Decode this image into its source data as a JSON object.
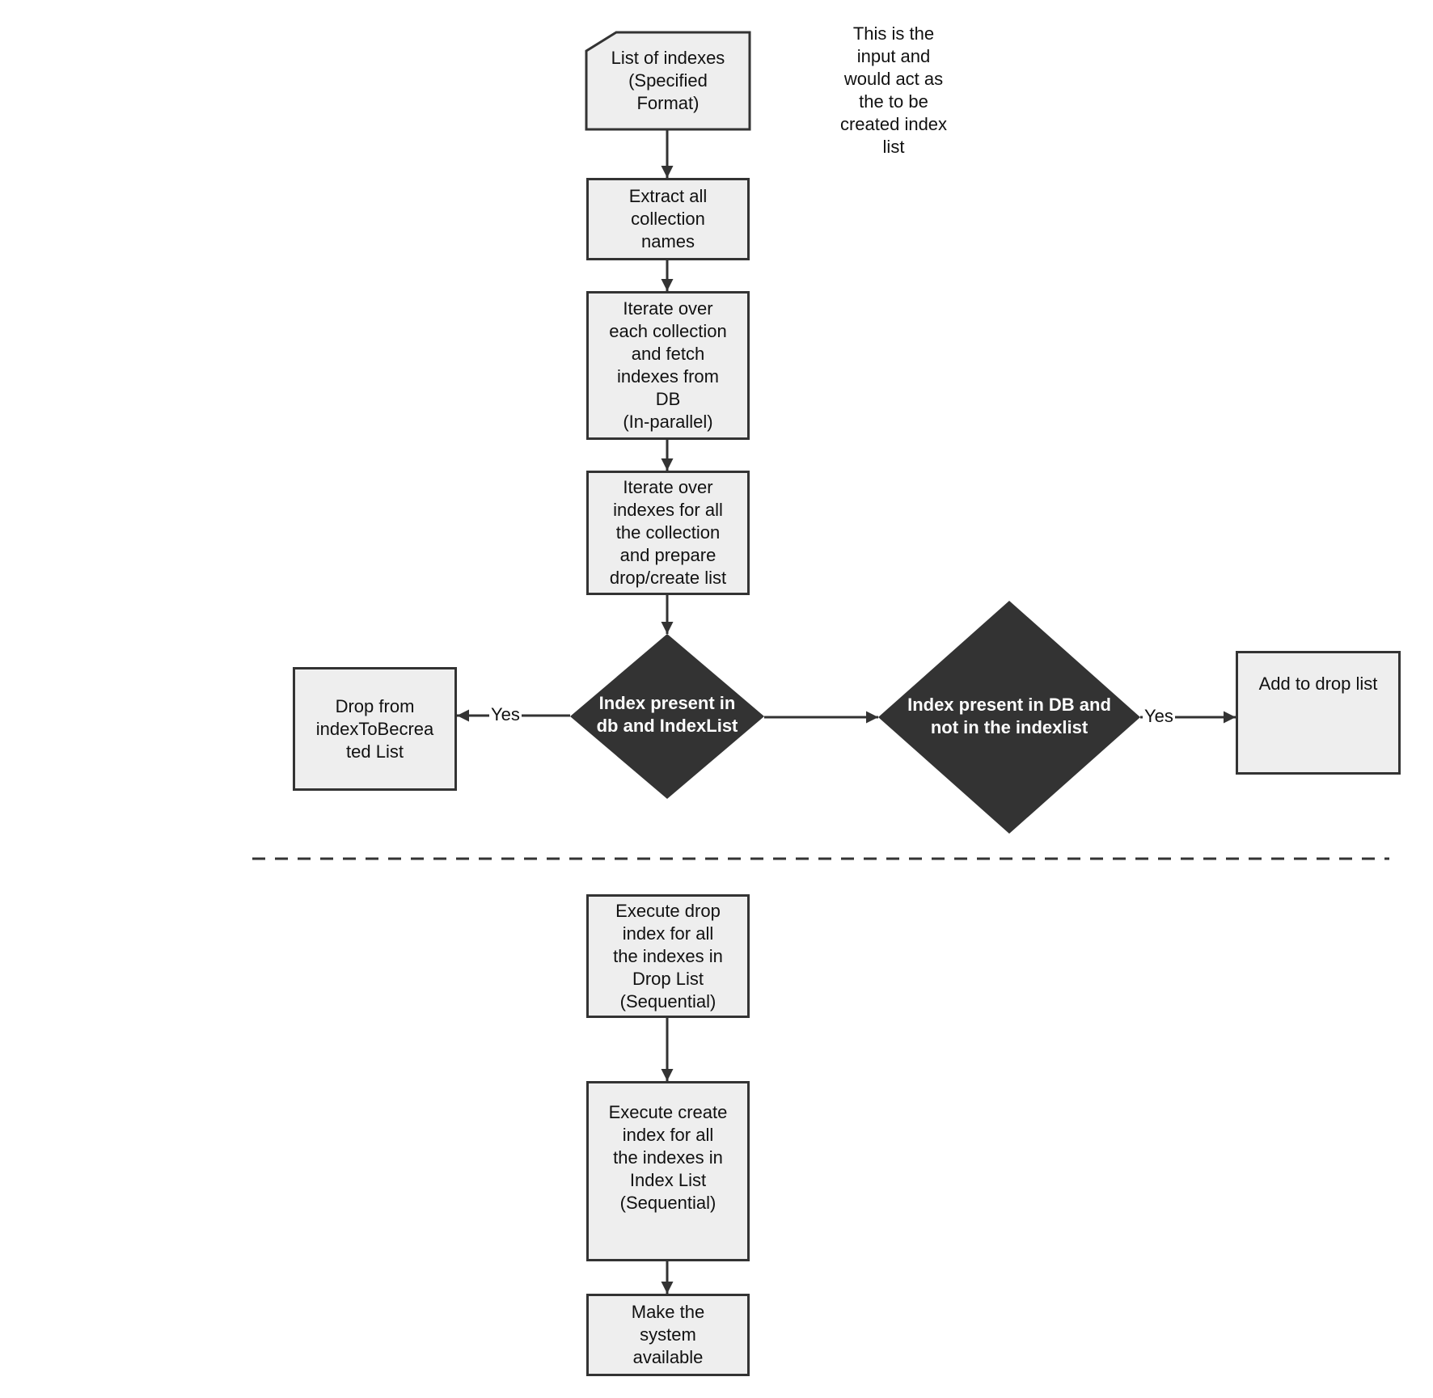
{
  "nodes": {
    "input": "List of indexes\n(Specified\nFormat)",
    "extract": "Extract all\ncollection\nnames",
    "iterate_fetch": "Iterate over\neach collection\nand fetch\nindexes from\nDB\n(In-parallel)",
    "iterate_prepare": "Iterate over\nindexes for all\nthe collection\nand prepare\ndrop/create list",
    "drop_from": "Drop from\nindexToBecrea\nted List",
    "add_drop": "Add to drop list",
    "exec_drop": "Execute drop\nindex for all\nthe indexes in\nDrop List\n(Sequential)",
    "exec_create": "Execute create\nindex for all\nthe indexes in\nIndex List\n(Sequential)",
    "available": "Make the\nsystem\navailable"
  },
  "decisions": {
    "d1": "Index present in\ndb and IndexList",
    "d2": "Index present in DB and\nnot in the indexlist"
  },
  "note": "This is the\ninput and\nwould act as\nthe to be\ncreated index\nlist",
  "edge_labels": {
    "yes_left": "Yes",
    "yes_right": "Yes"
  },
  "colors": {
    "node_fill": "#eeeeee",
    "stroke": "#333333",
    "decision_fill": "#333333",
    "decision_text": "#ffffff"
  }
}
